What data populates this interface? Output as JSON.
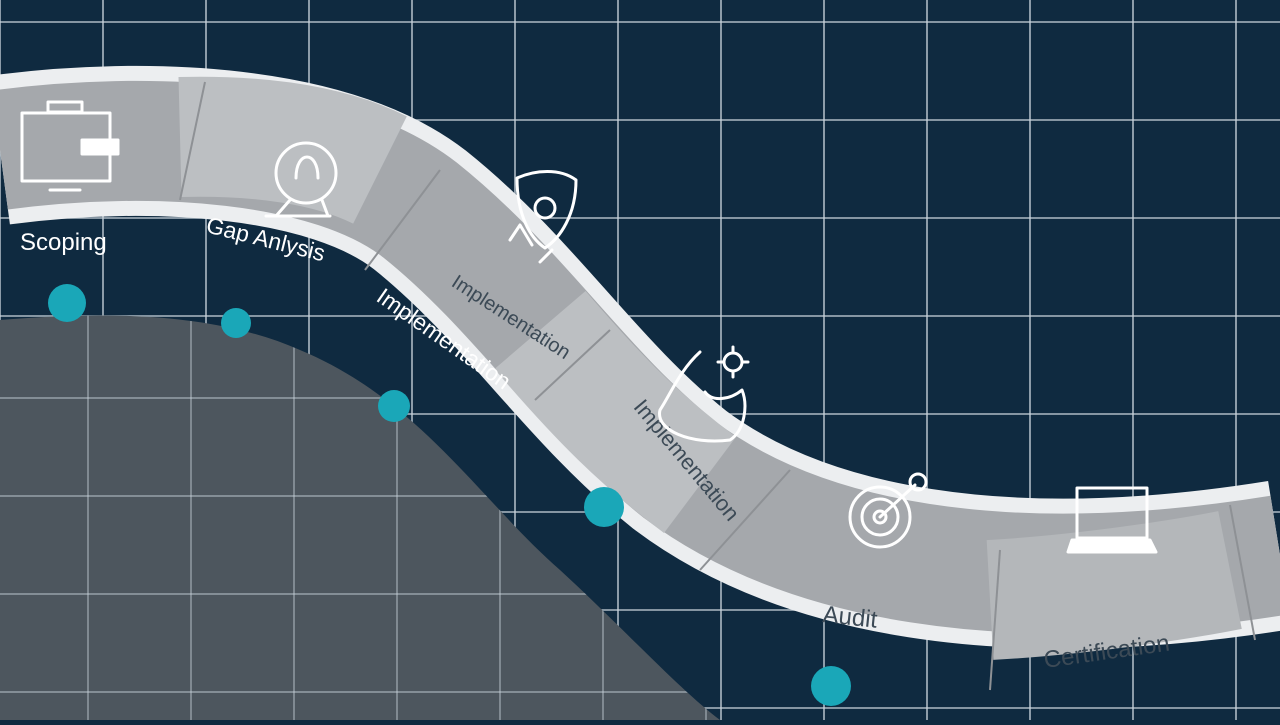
{
  "colors": {
    "background": "#0f2a40",
    "grid_line": "#c9d3dc",
    "lower_area": "#4d565e",
    "road_edge": "#e6e8ea",
    "road_band_dark": "#9a9da1",
    "road_band_light": "#b9bcbf",
    "milestone_dot": "#1aa7b8",
    "label_text": "#ffffff",
    "road_label_text": "#3c4a56"
  },
  "stages": [
    {
      "label": "Scoping",
      "icon": "monitor-icon"
    },
    {
      "label": "Gap Anlysis",
      "icon": "lightbulb-icon"
    },
    {
      "label": "Implementation",
      "icon": "shield-icon"
    },
    {
      "label": "Implementation",
      "icon": "gear-hand-icon"
    },
    {
      "label": "Audit",
      "icon": "target-icon"
    },
    {
      "label": "Certification",
      "icon": "laptop-icon"
    }
  ],
  "road_labels": {
    "implementation_upper": "Implementation",
    "implementation_lower": "Implementation"
  }
}
